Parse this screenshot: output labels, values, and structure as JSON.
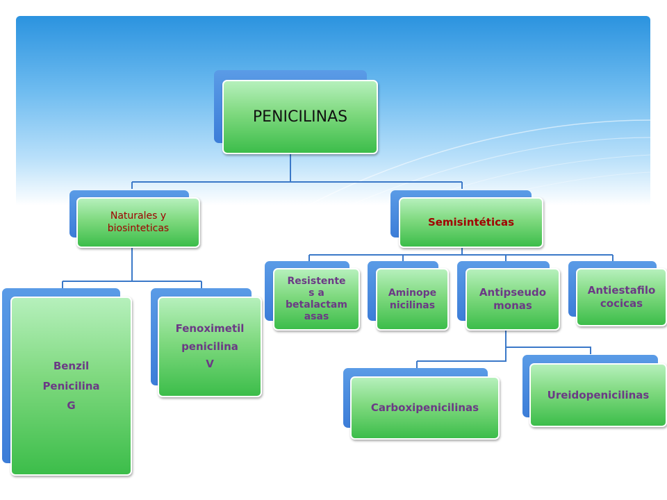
{
  "diagram": {
    "root": {
      "label": "PENICILINAS"
    },
    "branches": [
      {
        "label_lines": [
          "Naturales y",
          "biosinteticas"
        ],
        "children": [
          {
            "label_lines": [
              "Benzil",
              "Penicilina",
              "G"
            ]
          },
          {
            "label_lines": [
              "Fenoximetil",
              "penicilina",
              "V"
            ]
          }
        ]
      },
      {
        "label_lines": [
          "Semisintéticas"
        ],
        "children": [
          {
            "label_lines": [
              "Resistente",
              "s a",
              "betalactam",
              "asas"
            ]
          },
          {
            "label_lines": [
              "Aminope",
              "nicilinas"
            ]
          },
          {
            "label_lines": [
              "Antipseudo",
              "monas"
            ],
            "children": [
              {
                "label_lines": [
                  "Carboxipenicilinas"
                ]
              },
              {
                "label_lines": [
                  "Ureidopenicilinas"
                ]
              }
            ]
          },
          {
            "label_lines": [
              "Antiestafilo",
              "cocicas"
            ]
          }
        ]
      }
    ]
  },
  "colors": {
    "node_fill_top": "#b6f0bc",
    "node_fill_bottom": "#3cbd4a",
    "node_shadow_blue": "#3c7dd8",
    "connector": "#3a78c8",
    "text_purple": "#6b3a85",
    "text_red": "#a00000"
  }
}
